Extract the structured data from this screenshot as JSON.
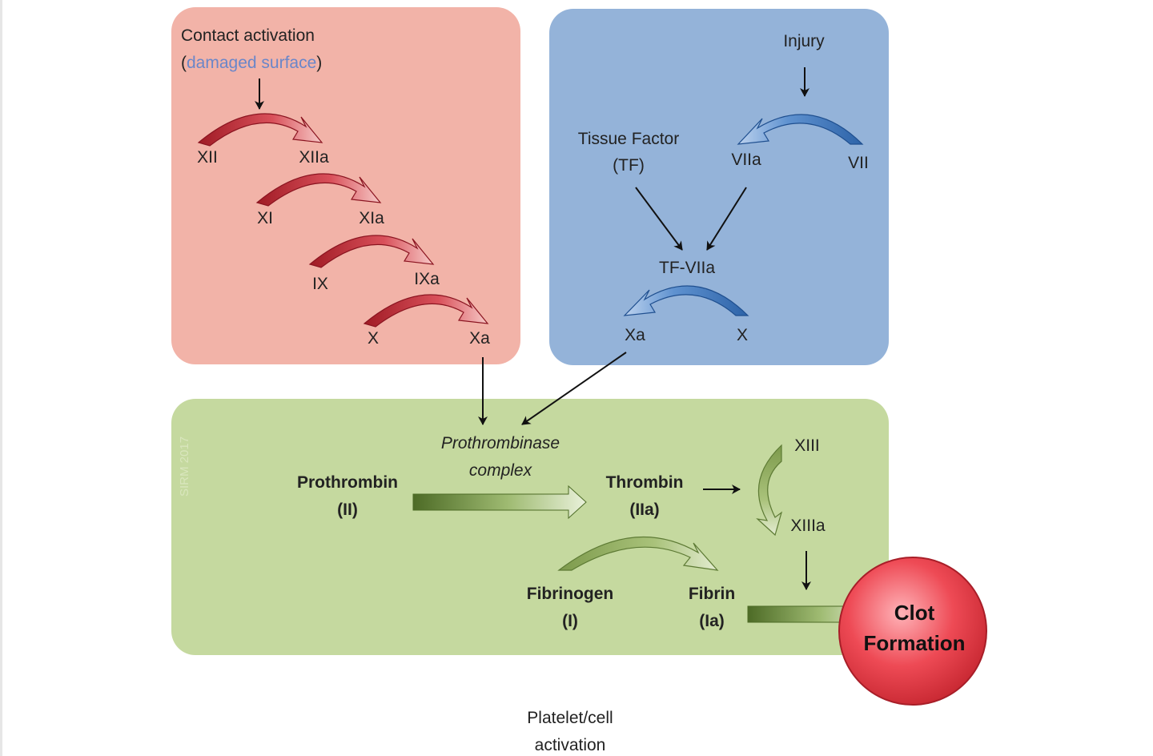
{
  "intrinsic": {
    "title": "Contact activation",
    "subtitle_paren_open": "(",
    "subtitle": "damaged surface",
    "subtitle_paren_close": ")",
    "factors": [
      {
        "inactive": "XII",
        "active": "XIIa"
      },
      {
        "inactive": "XI",
        "active": "XIa"
      },
      {
        "inactive": "IX",
        "active": "IXa"
      },
      {
        "inactive": "X",
        "active": "Xa"
      }
    ]
  },
  "extrinsic": {
    "injury": "Injury",
    "tissue_factor": [
      "Tissue Factor",
      "(TF)"
    ],
    "vii": "VII",
    "viia": "VIIa",
    "complex": "TF-VIIa",
    "xa": "Xa",
    "x": "X"
  },
  "common": {
    "watermark": "SIRM 2017",
    "prothrombinase": [
      "Prothrombinase",
      "complex"
    ],
    "prothrombin": [
      "Prothrombin",
      "(II)"
    ],
    "thrombin": [
      "Thrombin",
      "(IIa)"
    ],
    "xiii": "XIII",
    "xiiia": "XIIIa",
    "fibrinogen": [
      "Fibrinogen",
      "(I)"
    ],
    "fibrin": [
      "Fibrin",
      "(Ia)"
    ]
  },
  "outcome": [
    "Clot",
    "Formation"
  ],
  "footer": [
    "Platelet/cell",
    "activation"
  ],
  "colors": {
    "intrinsic_bg": "#f2b3a8",
    "extrinsic_bg": "#94b3d9",
    "common_bg": "#c5d99f",
    "red_arrow": "#c0303a",
    "blue_arrow": "#4f86c6",
    "green_arrow": "#8fa95e",
    "clot": "#e8404a"
  }
}
